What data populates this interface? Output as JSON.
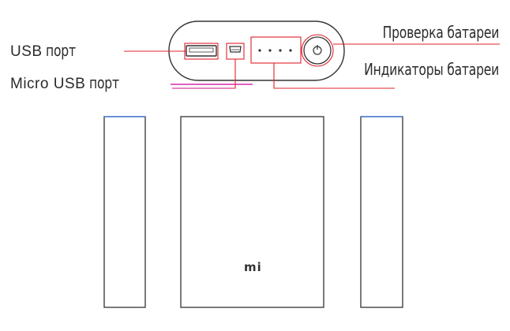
{
  "labels": {
    "usb_port": {
      "latin": "USB",
      "cyr": "порт"
    },
    "micro_usb_port": {
      "latin": "Micro USB",
      "cyr": "порт"
    },
    "battery_check": "Проверка батареи",
    "battery_indicators": "Индикаторы батареи"
  },
  "device": {
    "brand_logo": "mi",
    "indicator_led_count": 4
  },
  "colors": {
    "callout_line": "#e0202a",
    "device_outline": "#333333",
    "edge_gradient": [
      "#3a8ee6",
      "#e040b0",
      "#f0b030",
      "#40c080"
    ]
  }
}
